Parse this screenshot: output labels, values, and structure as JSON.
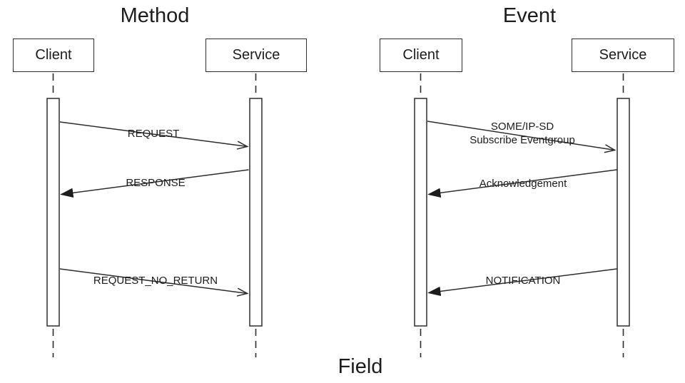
{
  "titles": {
    "method": "Method",
    "event": "Event",
    "field": "Field"
  },
  "method": {
    "client_label": "Client",
    "service_label": "Service",
    "messages": [
      {
        "label": "REQUEST",
        "from": "Client",
        "to": "Service",
        "arrowhead": "open"
      },
      {
        "label": "RESPONSE",
        "from": "Service",
        "to": "Client",
        "arrowhead": "filled"
      },
      {
        "label": "REQUEST_NO_RETURN",
        "from": "Client",
        "to": "Service",
        "arrowhead": "open"
      }
    ]
  },
  "event": {
    "client_label": "Client",
    "service_label": "Service",
    "messages": [
      {
        "label_line1": "SOME/IP-SD",
        "label_line2": "Subscribe Eventgroup",
        "from": "Client",
        "to": "Service",
        "arrowhead": "open"
      },
      {
        "label": "Acknowledgement",
        "from": "Service",
        "to": "Client",
        "arrowhead": "filled"
      },
      {
        "label": "NOTIFICATION",
        "from": "Service",
        "to": "Client",
        "arrowhead": "filled"
      }
    ]
  },
  "colors": {
    "line": "#2e2e2e",
    "text": "#1d1d20",
    "background": "#ffffff"
  }
}
